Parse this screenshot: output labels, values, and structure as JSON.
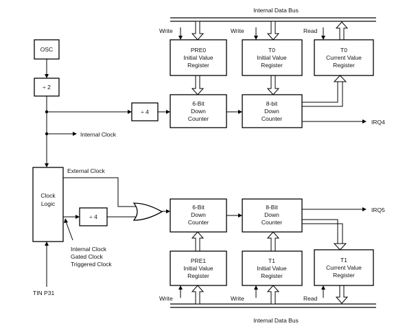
{
  "labels": {
    "bus_top": "Internal Data Bus",
    "bus_bottom": "Internal Data Bus",
    "write": "Write",
    "read": "Read",
    "irq4": "IRQ4",
    "irq5": "IRQ5",
    "internal_clock": "Internal Clock",
    "external_clock": "External Clock",
    "clock_modes": [
      "Internal Clock",
      "Gated Clock",
      "Triggered Clock"
    ],
    "tin": "TIN  P31"
  },
  "blocks": {
    "osc": [
      "OSC"
    ],
    "div2": [
      "÷ 2"
    ],
    "div4_top": [
      "÷ 4"
    ],
    "div4_bottom": [
      "÷ 4"
    ],
    "clock_logic": [
      "Clock",
      "Logic"
    ],
    "pre0": [
      "PRE0",
      "Initial Value",
      "Register"
    ],
    "t0_init": [
      "T0",
      "Initial Value",
      "Register"
    ],
    "t0_current": [
      "T0",
      "Current Value",
      "Register"
    ],
    "counter_6bit_top": [
      "6-Bit",
      "Down",
      "Counter"
    ],
    "counter_8bit_top": [
      "8-bit",
      "Down",
      "Counter"
    ],
    "counter_6bit_bottom": [
      "6-Bit",
      "Down",
      "Counter"
    ],
    "counter_8bit_bottom": [
      "8-Bit",
      "Down",
      "Counter"
    ],
    "pre1": [
      "PRE1",
      "Initial Value",
      "Register"
    ],
    "t1_init": [
      "T1",
      "Initial Value",
      "Register"
    ],
    "t1_current": [
      "T1",
      "Current Value",
      "Register"
    ]
  }
}
